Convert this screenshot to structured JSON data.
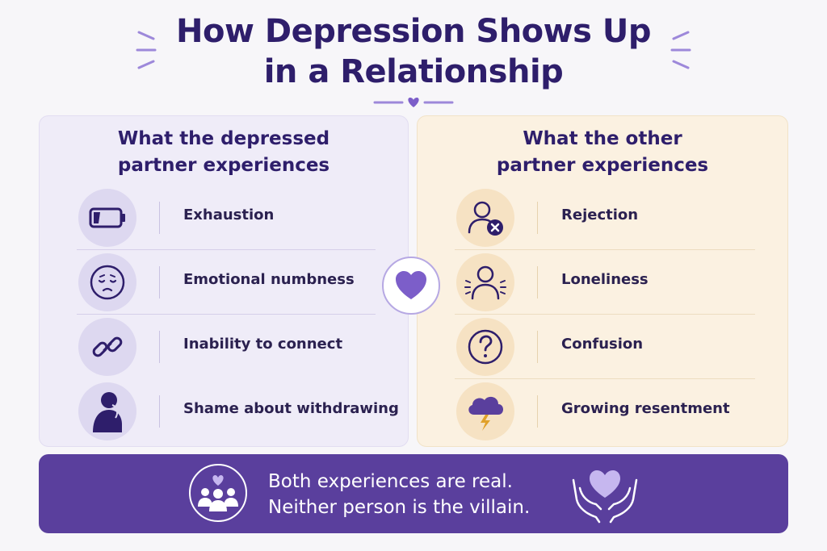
{
  "title": {
    "line1": "How Depression Shows Up",
    "line2": "in a Relationship"
  },
  "left_panel": {
    "heading_line1": "What the depressed",
    "heading_line2": "partner experiences",
    "items": [
      {
        "label": "Exhaustion",
        "icon": "battery-low-icon"
      },
      {
        "label": "Emotional numbness",
        "icon": "sad-face-icon"
      },
      {
        "label": "Inability to connect",
        "icon": "broken-link-icon"
      },
      {
        "label": "Shame about withdrawing",
        "icon": "hiding-person-icon"
      }
    ]
  },
  "right_panel": {
    "heading_line1": "What the other",
    "heading_line2": "partner experiences",
    "items": [
      {
        "label": "Rejection",
        "icon": "person-x-icon"
      },
      {
        "label": "Loneliness",
        "icon": "lonely-person-icon"
      },
      {
        "label": "Confusion",
        "icon": "question-icon"
      },
      {
        "label": "Growing resentment",
        "icon": "storm-cloud-icon"
      }
    ]
  },
  "banner": {
    "line1": "Both experiences are real.",
    "line2": "Neither person is the villain."
  },
  "colors": {
    "primary": "#2e1e6b",
    "accent": "#7c5ec9",
    "left_bg": "#efecf8",
    "right_bg": "#fbf1e1",
    "banner_bg": "#5a3f9d"
  }
}
